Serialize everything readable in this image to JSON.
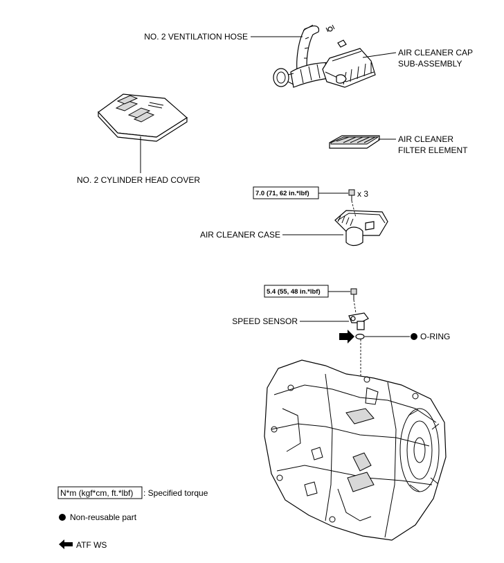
{
  "labels": {
    "ventilation_hose": "NO. 2 VENTILATION HOSE",
    "air_cleaner_cap_line1": "AIR CLEANER CAP",
    "air_cleaner_cap_line2": "SUB-ASSEMBLY",
    "cylinder_head_cover": "NO. 2 CYLINDER HEAD COVER",
    "filter_element_line1": "AIR CLEANER",
    "filter_element_line2": "FILTER ELEMENT",
    "air_cleaner_case": "AIR CLEANER CASE",
    "speed_sensor": "SPEED SENSOR",
    "o_ring": "O-RING"
  },
  "torque": {
    "case_bolt": "7.0 (71, 62 in.*lbf)",
    "case_bolt_qty": "x 3",
    "sensor_bolt": "5.4 (55, 48 in.*lbf)"
  },
  "legend": {
    "torque_box": "N*m (kgf*cm, ft.*lbf)",
    "torque_text": ": Specified torque",
    "non_reusable": "Non-reusable part",
    "atf": "ATF WS"
  },
  "icons": {
    "non_reusable": "filled-circle-icon",
    "atf": "arrow-icon"
  }
}
